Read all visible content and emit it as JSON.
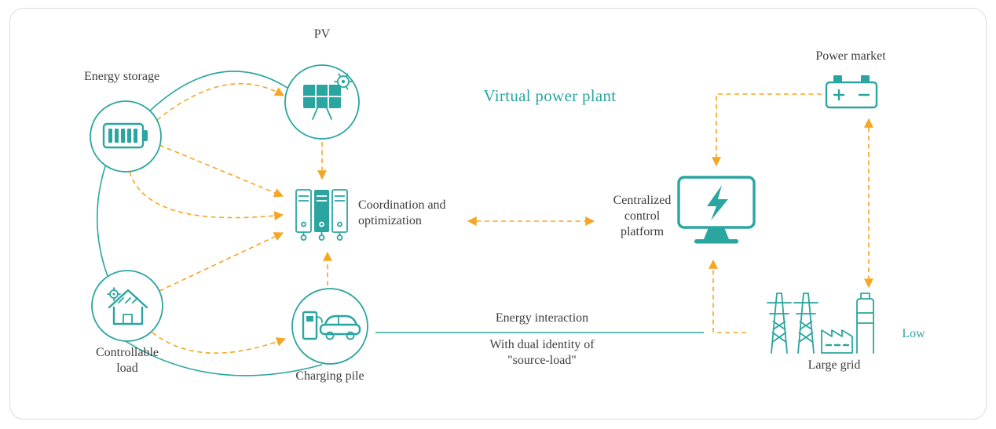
{
  "colors": {
    "teal": "#2BA5A0",
    "orange": "#F5A623",
    "text": "#3d3d3d",
    "border": "#dcdcdc"
  },
  "title": "Virtual power plant",
  "nodes": {
    "pv": "PV",
    "energy_storage": "Energy storage",
    "controllable_load": "Controllable load",
    "charging_pile": "Charging pile",
    "coordination": "Coordination and\noptimization",
    "centralized_control": "Centralized\ncontrol\nplatform",
    "power_market": "Power market",
    "large_grid": "Large grid",
    "low": "Low"
  },
  "annotations": {
    "energy_interaction": "Energy interaction",
    "dual_identity": "With dual identity of\n\"source-load\""
  }
}
